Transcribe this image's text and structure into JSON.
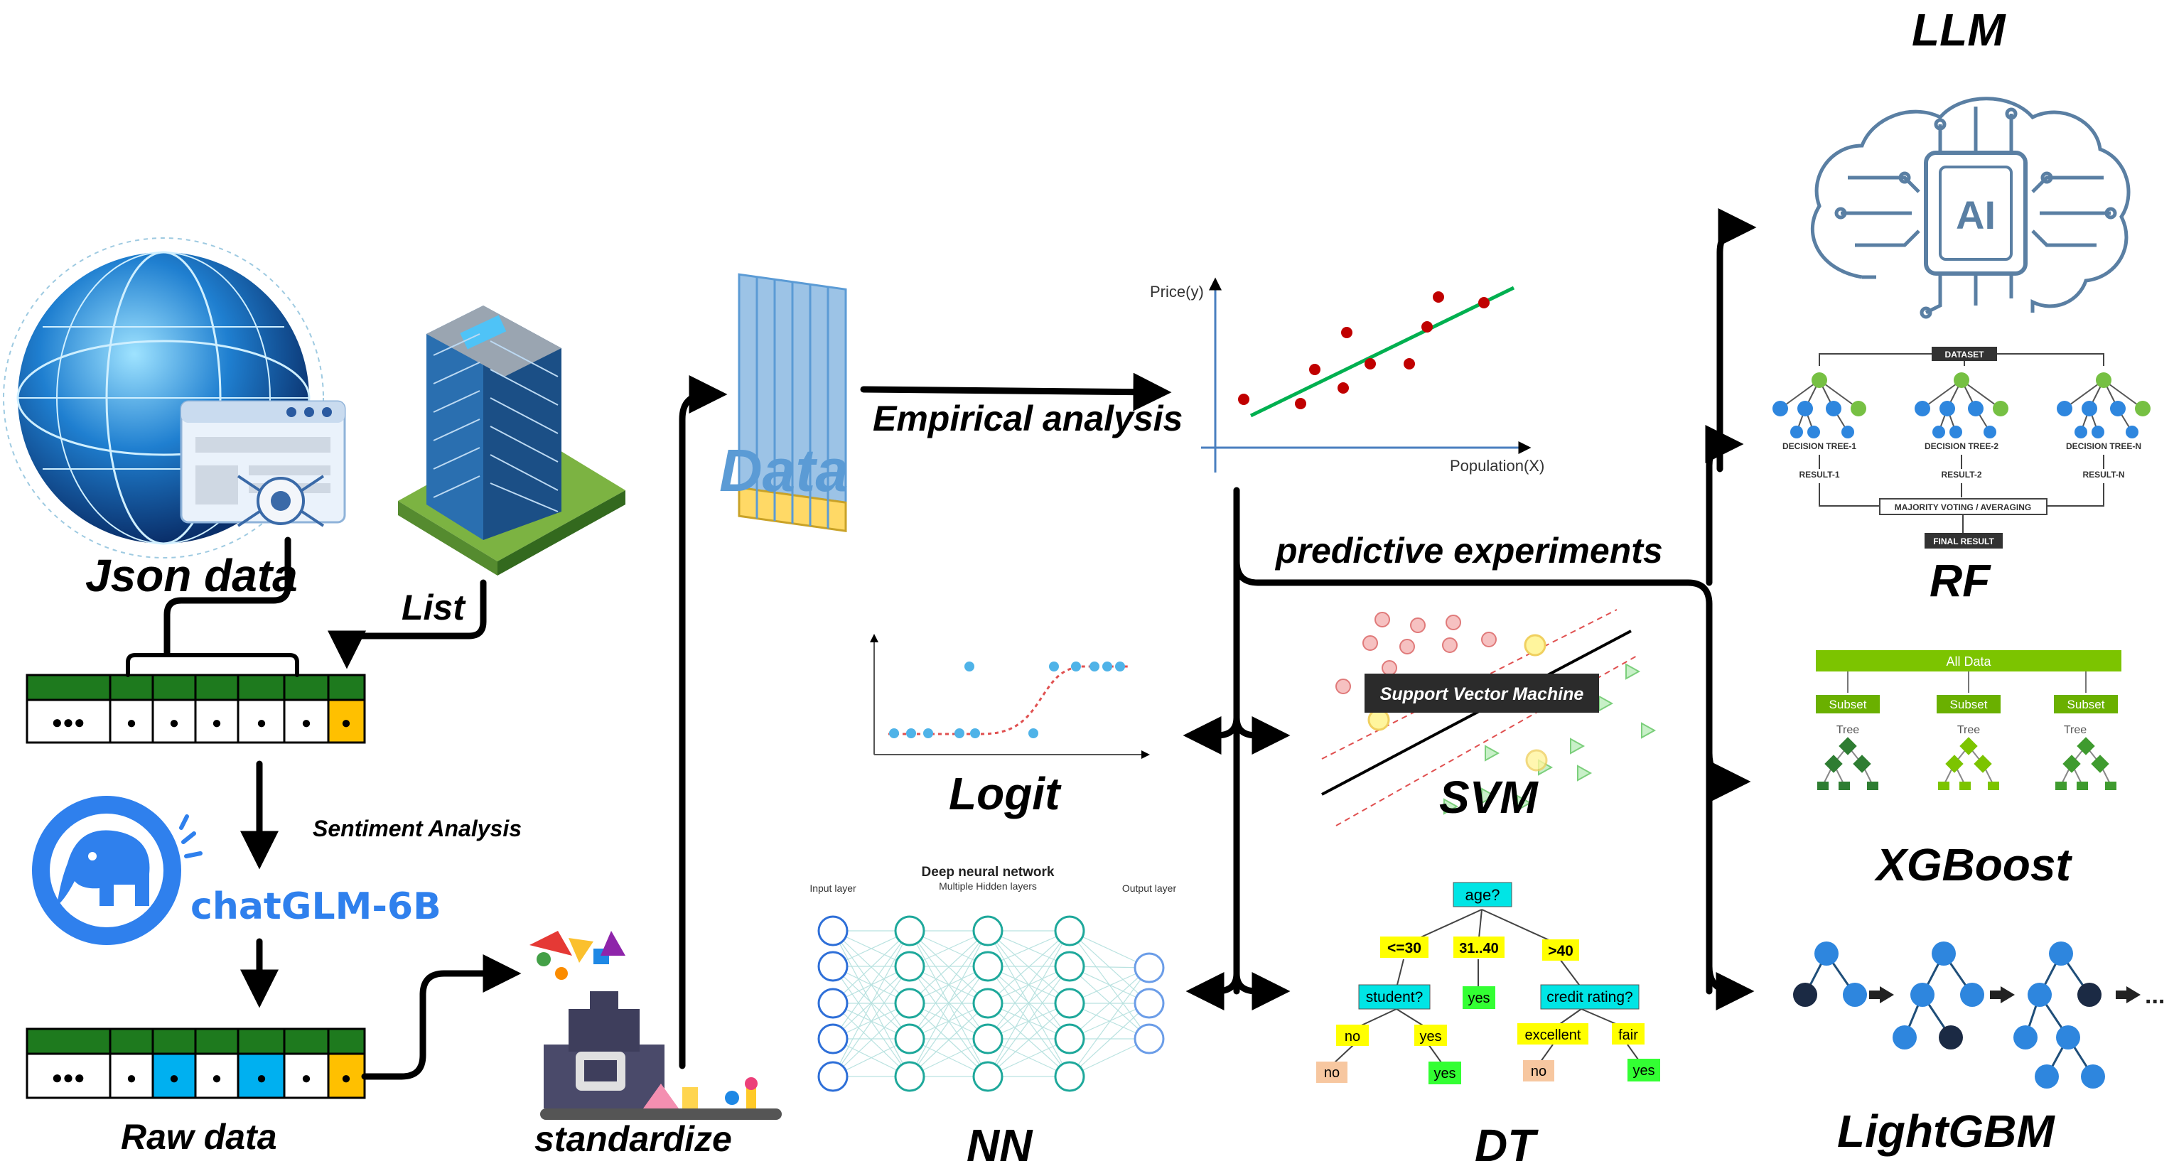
{
  "labels": {
    "json_data": "Json data",
    "list": "List",
    "sentiment": "Sentiment Analysis",
    "chatglm": "chatGLM-6B",
    "raw_data": "Raw data",
    "standardize": "standardize",
    "data": "Data",
    "empirical": "Empirical analysis",
    "predictive": "predictive experiments",
    "logit": "Logit",
    "svm": "SVM",
    "nn": "NN",
    "dt": "DT",
    "llm": "LLM",
    "rf": "RF",
    "xgboost": "XGBoost",
    "lightgbm": "LightGBM"
  },
  "table": {
    "dots": "●●●",
    "dot": "●"
  },
  "scatter": {
    "ylabel": "Price(y)",
    "xlabel": "Population(X)"
  },
  "svm_banner": "Support Vector Machine",
  "nn_chart": {
    "title": "Deep neural network",
    "input": "Input layer",
    "hidden": "Multiple Hidden layers",
    "output": "Output layer"
  },
  "dt_tree": {
    "root": "age?",
    "le30": "<=30",
    "mid": "31..40",
    "gt40": ">40",
    "student": "student?",
    "yes": "yes",
    "no": "no",
    "credit": "credit rating?",
    "excellent": "excellent",
    "fair": "fair"
  },
  "rf_chart": {
    "dataset": "DATASET",
    "tree1": "DECISION TREE-1",
    "tree2": "DECISION TREE-2",
    "treen": "DECISION TREE-N",
    "result1": "RESULT-1",
    "result2": "RESULT-2",
    "resultn": "RESULT-N",
    "voting": "MAJORITY VOTING / AVERAGING",
    "final": "FINAL RESULT"
  },
  "xgb_chart": {
    "all": "All Data",
    "subset": "Subset",
    "tree": "Tree"
  },
  "llm_chip": "AI",
  "lgbm_ellipsis": "...",
  "colors": {
    "green": "#1e7a1e",
    "blue_cell": "#00b0f0",
    "orange_cell": "#ffc000",
    "data_blue": "#5b9bd5",
    "node_blue": "#2e86de",
    "dt_yellow": "#ffff00",
    "dt_cyan": "#00e5e5",
    "dt_green": "#33ff33",
    "dt_salmon": "#f7c7a0"
  }
}
